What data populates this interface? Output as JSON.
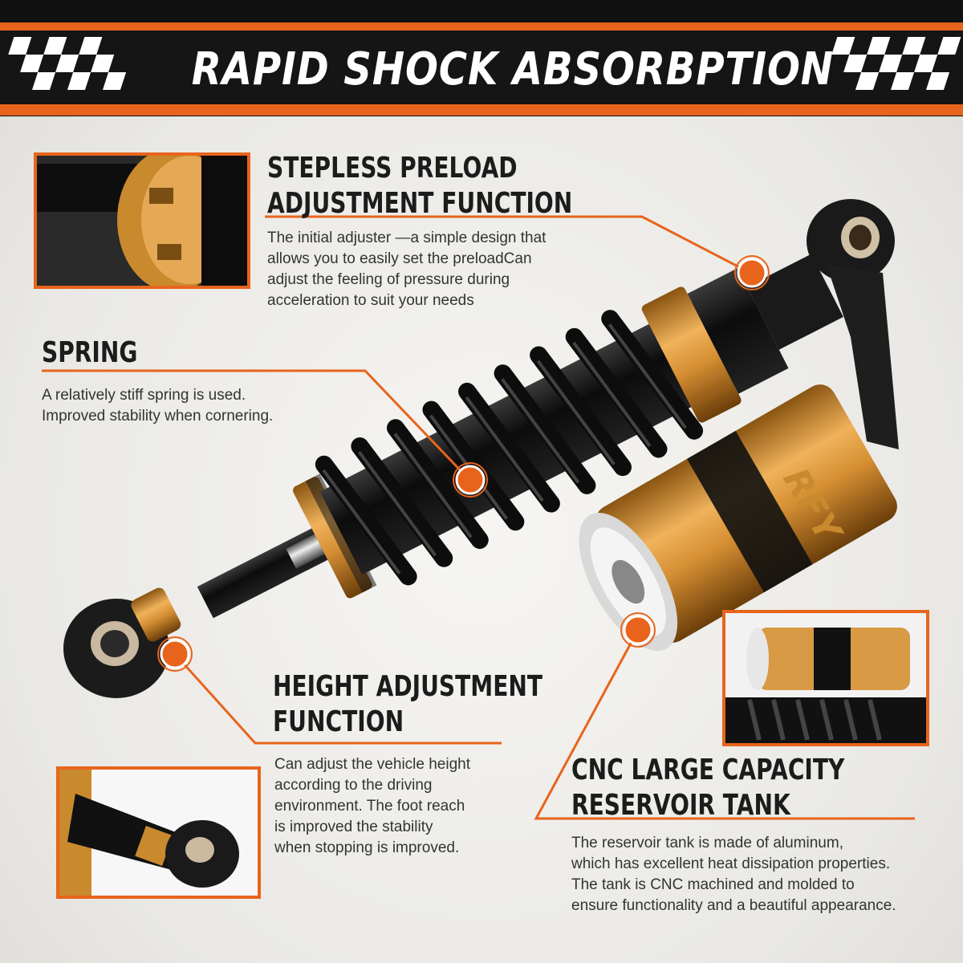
{
  "banner": {
    "title": "RAPID SHOCK ABSORBPTION"
  },
  "features": {
    "preload": {
      "title_line1": "STEPLESS PRELOAD",
      "title_line2": "ADJUSTMENT FUNCTION",
      "description": [
        "The initial adjuster —a simple design that",
        "allows you to easily set the preloadCan",
        "adjust the feeling of pressure during",
        "acceleration to suit your needs"
      ]
    },
    "spring": {
      "title": "SPRING",
      "description": [
        "A relatively stiff spring is used.",
        "Improved stability when cornering."
      ]
    },
    "height": {
      "title_line1": "HEIGHT ADJUSTMENT",
      "title_line2": "FUNCTION",
      "description": [
        "Can adjust the vehicle height",
        "according to the driving",
        "environment. The foot reach",
        "is improved the stability",
        "when stopping is improved."
      ]
    },
    "reservoir": {
      "title_line1": "CNC LARGE CAPACITY",
      "title_line2": "RESERVOIR TANK",
      "description": [
        "The reservoir tank is made of aluminum,",
        "which has excellent heat dissipation properties.",
        "The tank is CNC machined and molded to",
        "ensure functionality and a beautiful appearance."
      ]
    }
  },
  "product": {
    "brand_mark": "RFY"
  },
  "colors": {
    "accent": "#e8641c",
    "gold": "#c98a2e",
    "black": "#111111"
  }
}
